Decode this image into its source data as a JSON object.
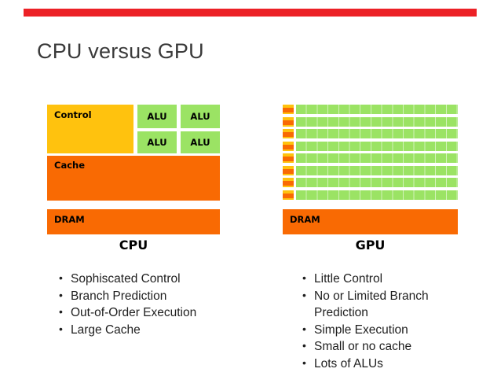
{
  "title": "CPU versus GPU",
  "progress_bar": {
    "color": "#ec2126"
  },
  "colors": {
    "yellow": "#ffc20e",
    "green": "#9be364",
    "orange": "#f96a03",
    "red": "#ec2126"
  },
  "cpu": {
    "caption": "CPU",
    "control_label": "Control",
    "alu_label": "ALU",
    "alu_count": 4,
    "cache_label": "Cache",
    "dram_label": "DRAM",
    "bullets": [
      "Sophiscated Control",
      "Branch Prediction",
      "Out-of-Order Execution",
      "Large Cache"
    ]
  },
  "gpu": {
    "caption": "GPU",
    "dram_label": "DRAM",
    "row_count": 8,
    "bullets": [
      "Little Control",
      "No or Limited Branch Prediction",
      "Simple Execution",
      "Small or no cache",
      "Lots of ALUs"
    ]
  }
}
